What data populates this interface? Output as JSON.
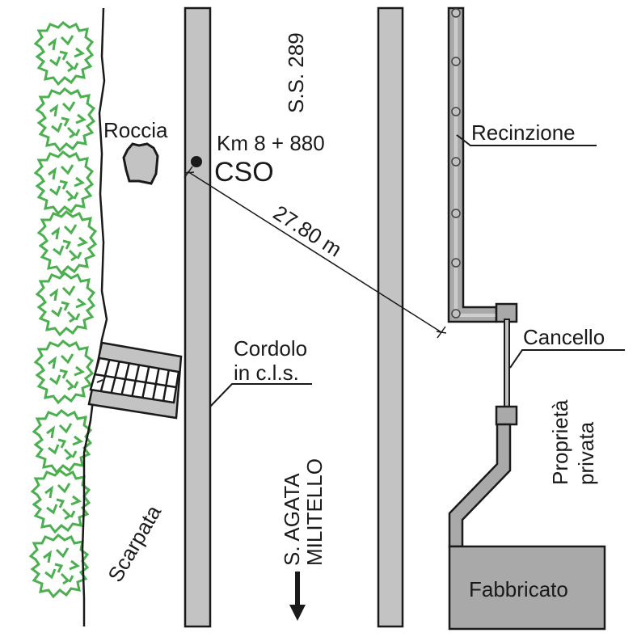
{
  "diagram": {
    "type": "site-plan",
    "colors": {
      "tree": "#4caf50",
      "curb": "#c3c3c3",
      "fence": "#a9a9a9",
      "building": "#a9a9a9",
      "rock": "#c3c3c3",
      "ink": "#1a1a1a"
    },
    "labels": {
      "road": "S.S. 289",
      "rock": "Roccia",
      "km_marker": "Km 8 + 880",
      "cso": "CSO",
      "distance": "27.80 m",
      "fence": "Recinzione",
      "gate": "Cancello",
      "curb_line1": "Cordolo",
      "curb_line2": "in c.l.s.",
      "private_line1": "Proprietà",
      "private_line2": "privata",
      "building": "Fabbricato",
      "slope": "Scarpata",
      "direction_line1": "S. AGATA",
      "direction_line2": "MILITELLO"
    },
    "icons": {
      "cso_point": "filled-circle",
      "direction": "arrow-down",
      "trees": "tree-canopy-symbol"
    },
    "tree_count": 9,
    "fence_post_count": 7
  }
}
